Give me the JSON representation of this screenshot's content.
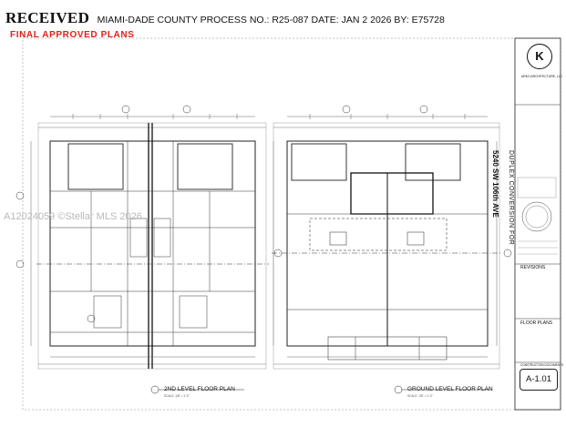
{
  "header": {
    "received": "RECEIVED",
    "process_line": "MIAMI-DADE COUNTY PROCESS NO.: R25-087 DATE: JAN 2 2026 BY: E75728",
    "final_plans": "FINAL APPROVED PLANS"
  },
  "watermark": "A12024059 ©Stellar MLS 2026",
  "drawings": {
    "left_title": "2ND LEVEL FLOOR PLAN",
    "left_scale": "SCALE: 1/8\" = 1'-0\"",
    "right_title": "GROUND LEVEL FLOOR PLAN",
    "right_scale": "SCALE: 1/8\" = 1'-0\""
  },
  "title_block": {
    "monogram": "K",
    "firm": "ARKO ARCHITECTURE, LLC",
    "project_type": "DUPLEX CONVERSION FOR",
    "address": "5240 SW 106th AVE",
    "revisions": "REVISIONS",
    "sheet_title": "FLOOR PLANS",
    "construction_docs": "CONSTRUCTION DOCUMENTS",
    "sheet_number": "A-1.01"
  }
}
